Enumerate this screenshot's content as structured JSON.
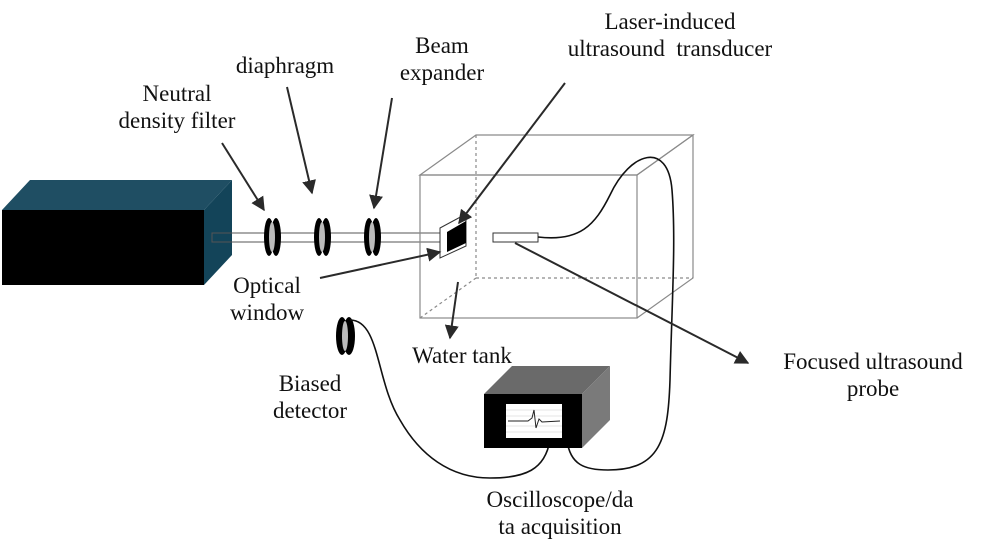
{
  "labels": {
    "laser_induced": "Laser-induced\nultrasound  transducer",
    "beam_expander": "Beam\nexpander",
    "diaphragm": "diaphragm",
    "nd_filter": "Neutral\ndensity filter",
    "optical_window": "Optical\nwindow",
    "water_tank": "Water tank",
    "focused_probe": "Focused ultrasound\nprobe",
    "biased_detector": "Biased\ndetector",
    "oscilloscope": "Oscilloscope/da\nta acquisition"
  },
  "colors": {
    "laser_top": "#1f4e63",
    "laser_side": "#134459",
    "laser_front": "#000000",
    "scope_top": "#6a6a6a",
    "scope_side": "#7a7a7a",
    "tank_edges": "#8a8a8a"
  }
}
